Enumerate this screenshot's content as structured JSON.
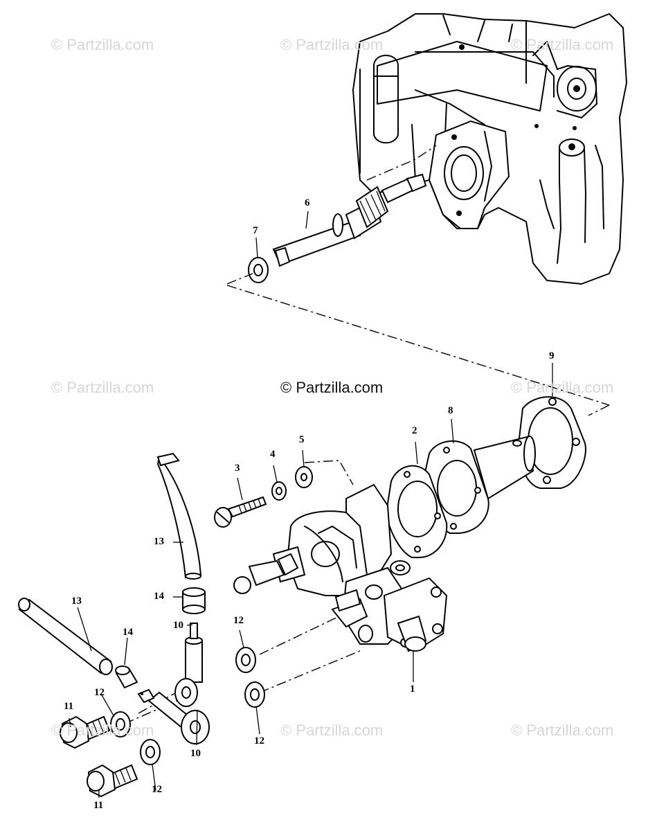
{
  "watermarks": {
    "top_left": "© Partzilla.com",
    "top_center": "© Partzilla.com",
    "top_right": "© Partzilla.com",
    "mid_left": "© Partzilla.com",
    "mid_center": "© Partzilla.com",
    "mid_right": "© Partzilla.com",
    "bot_left": "© Partzilla.com",
    "bot_center": "© Partzilla.com",
    "bot_right": "© Partzilla.com"
  },
  "callouts": {
    "c1": "1",
    "c2": "2",
    "c3": "3",
    "c4": "4",
    "c5": "5",
    "c6": "6",
    "c7": "7",
    "c8": "8",
    "c9": "9",
    "c10a": "10",
    "c10b": "10",
    "c11a": "11",
    "c11b": "11",
    "c12a": "12",
    "c12b": "12",
    "c12c": "12",
    "c12d": "12",
    "c13a": "13",
    "c13b": "13",
    "c14a": "14",
    "c14b": "14"
  },
  "colors": {
    "line": "#000000",
    "watermark": "#d6d6d6",
    "background": "#ffffff"
  }
}
